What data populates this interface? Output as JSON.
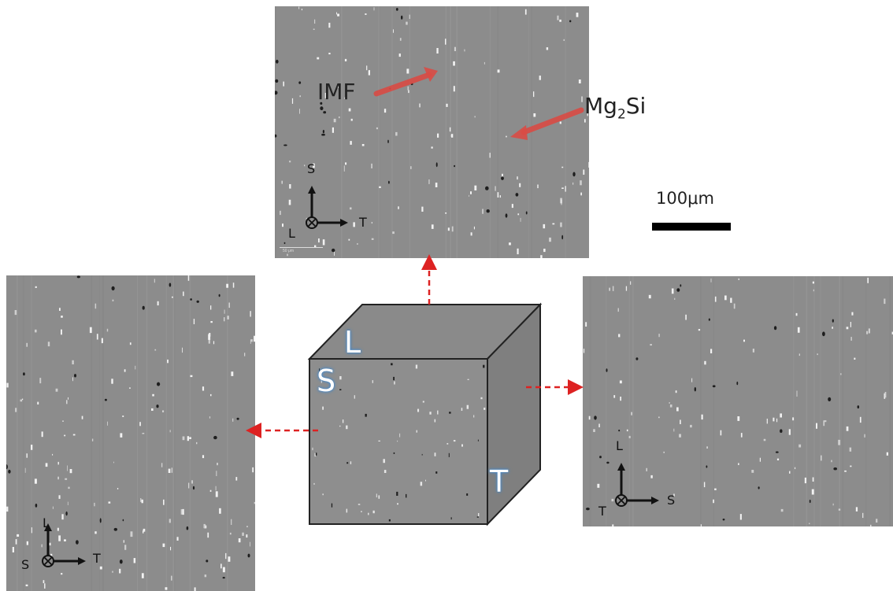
{
  "annotations": {
    "imf": "IMF",
    "mg2si_main": "Mg",
    "mg2si_sub": "2",
    "mg2si_tail": "Si"
  },
  "scale_bar": {
    "label": "100μm",
    "inset_label": "50 μm"
  },
  "top_image": {
    "axes": {
      "up": "S",
      "out": "L",
      "right": "T"
    }
  },
  "left_image": {
    "axes": {
      "up": "L",
      "out": "S",
      "right": "T"
    }
  },
  "right_image": {
    "axes": {
      "up": "L",
      "out": "T",
      "right": "S"
    }
  },
  "cube": {
    "top_face": "L",
    "front_face": "S",
    "side_face": "T"
  },
  "colors": {
    "arrow_red": "#d94b45",
    "dashed_red": "#dd2222",
    "micrograph_gray": "#8c8c8c",
    "face_glow": "#4a8ac8"
  }
}
